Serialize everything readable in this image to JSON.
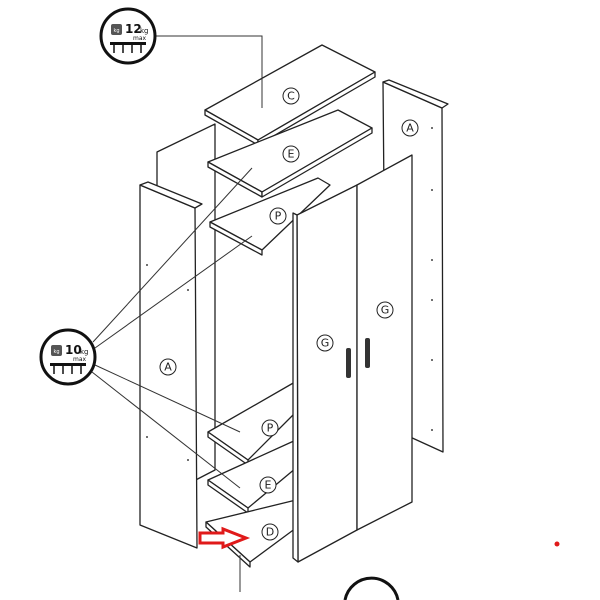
{
  "parts": {
    "top_shelf": "C",
    "upper_shelf_1": "E",
    "upper_shelf_2": "P",
    "right_side_panel": "A",
    "left_side_panel": "A",
    "left_door": "G",
    "right_door": "G",
    "lower_shelf_1": "P",
    "lower_shelf_2": "E",
    "bottom_shelf": "D"
  },
  "weight_badges": {
    "top": {
      "value": "12",
      "unit": "kg",
      "sub": "max",
      "icon_label": "kg"
    },
    "shelves": {
      "value": "10",
      "unit": "kg",
      "sub": "max",
      "icon_label": "kg"
    }
  },
  "colors": {
    "line": "#222222",
    "arrow": "#e01a1a"
  }
}
